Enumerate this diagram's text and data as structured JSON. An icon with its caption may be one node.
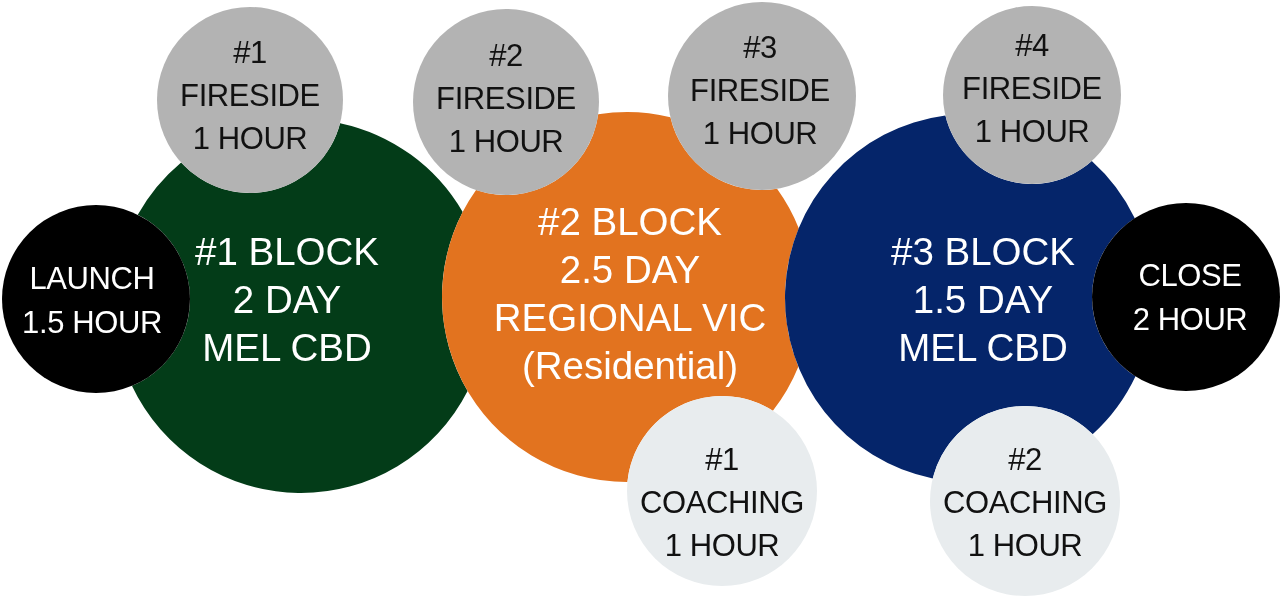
{
  "diagram": {
    "nodes": [
      {
        "text": [
          "#1",
          "FIRESIDE",
          "1 HOUR"
        ]
      },
      {
        "text": [
          "#2",
          "FIRESIDE",
          "1 HOUR"
        ]
      },
      {
        "text": [
          "#3",
          "FIRESIDE",
          "1 HOUR"
        ]
      },
      {
        "text": [
          "#4",
          "FIRESIDE",
          "1 HOUR"
        ]
      },
      {
        "text": [
          "LAUNCH",
          "1.5 HOUR"
        ]
      },
      {
        "text": [
          "#1 BLOCK",
          "2 DAY",
          "MEL CBD"
        ]
      },
      {
        "text": [
          "#2 BLOCK",
          "2.5 DAY",
          "REGIONAL VIC",
          "(Residential)"
        ]
      },
      {
        "text": [
          "#3 BLOCK",
          "1.5 DAY",
          "MEL CBD"
        ]
      },
      {
        "text": [
          "CLOSE",
          "2 HOUR"
        ]
      },
      {
        "text": [
          "#1",
          "COACHING",
          "1 HOUR"
        ]
      },
      {
        "text": [
          "#2",
          "COACHING",
          "1 HOUR"
        ]
      }
    ]
  }
}
